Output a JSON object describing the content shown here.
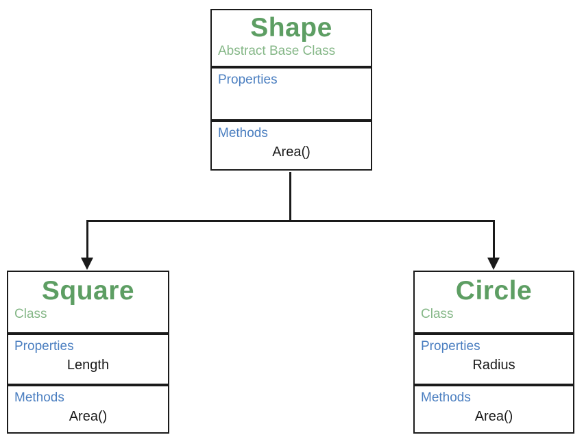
{
  "diagram": {
    "type": "uml-class-hierarchy",
    "description": "Shape abstract base class with Square and Circle subclasses"
  },
  "classes": [
    {
      "id": "shape",
      "name": "Shape",
      "kind": "Abstract Base Class",
      "properties_label": "Properties",
      "property_text": "",
      "methods_label": "Methods",
      "method_text": "Area()"
    },
    {
      "id": "square",
      "name": "Square",
      "kind": "Class",
      "properties_label": "Properties",
      "property_text": "Length",
      "methods_label": "Methods",
      "method_text": "Area()"
    },
    {
      "id": "circle",
      "name": "Circle",
      "kind": "Class",
      "properties_label": "Properties",
      "property_text": "Radius",
      "methods_label": "Methods",
      "method_text": "Area()"
    }
  ],
  "relationships": [
    {
      "from": "Shape",
      "to": "Square",
      "style": "solid-elbow-down-arrow"
    },
    {
      "from": "Shape",
      "to": "Circle",
      "style": "solid-elbow-down-arrow"
    }
  ],
  "colors": {
    "title_green": "#5d9e63",
    "subtitle_green": "#85b787",
    "label_blue": "#4a7ec0",
    "line_black": "#1a1a1a",
    "background": "#ffffff"
  }
}
